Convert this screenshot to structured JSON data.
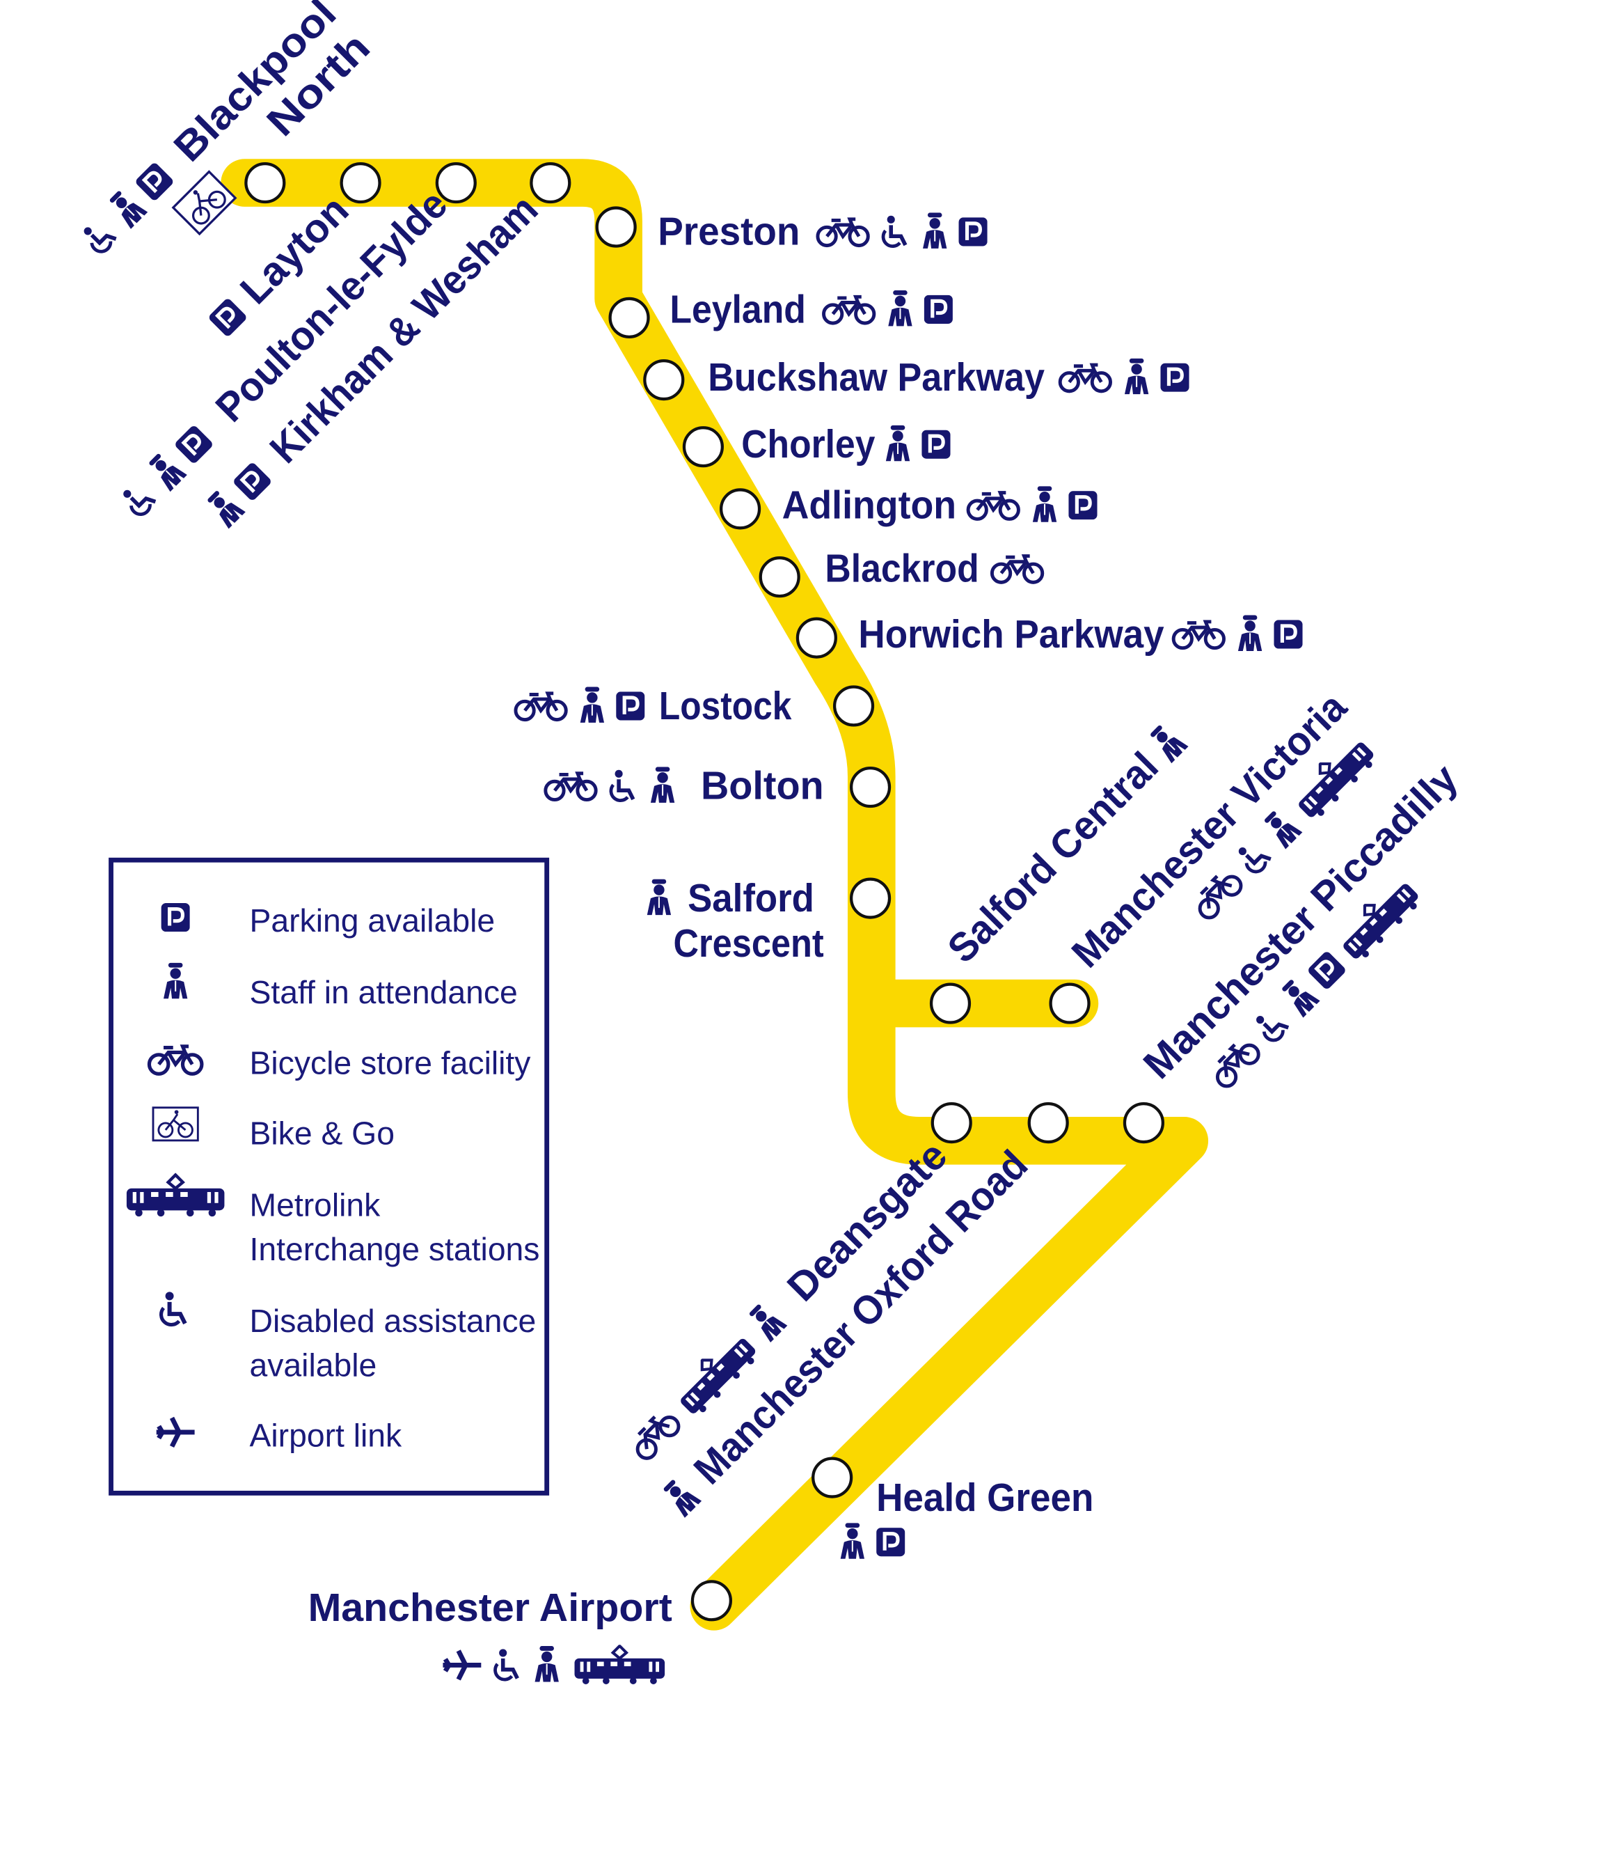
{
  "colors": {
    "line": "#fad800",
    "ink": "#16166e",
    "station_fill": "#ffffff"
  },
  "stations": [
    {
      "lines": [
        "Blackpool",
        "North"
      ],
      "facilities": [
        "wheelchair",
        "staff",
        "parking",
        "bike_and_go"
      ]
    },
    {
      "lines": [
        "Layton"
      ],
      "facilities": [
        "parking"
      ]
    },
    {
      "lines": [
        "Poulton-le-Fylde"
      ],
      "facilities": [
        "wheelchair",
        "staff",
        "parking"
      ]
    },
    {
      "lines": [
        "Kirkham & Wesham"
      ],
      "facilities": [
        "staff",
        "parking"
      ]
    },
    {
      "lines": [
        "Preston"
      ],
      "facilities": [
        "bike",
        "wheelchair",
        "staff",
        "parking"
      ]
    },
    {
      "lines": [
        "Leyland"
      ],
      "facilities": [
        "bike",
        "staff",
        "parking"
      ]
    },
    {
      "lines": [
        "Buckshaw Parkway"
      ],
      "facilities": [
        "bike",
        "staff",
        "parking"
      ]
    },
    {
      "lines": [
        "Chorley"
      ],
      "facilities": [
        "staff",
        "parking"
      ]
    },
    {
      "lines": [
        "Adlington"
      ],
      "facilities": [
        "bike",
        "staff",
        "parking"
      ]
    },
    {
      "lines": [
        "Blackrod"
      ],
      "facilities": [
        "bike"
      ]
    },
    {
      "lines": [
        "Horwich Parkway"
      ],
      "facilities": [
        "bike",
        "staff",
        "parking"
      ]
    },
    {
      "lines": [
        "Lostock"
      ],
      "facilities": [
        "bike",
        "staff",
        "parking"
      ]
    },
    {
      "lines": [
        "Bolton"
      ],
      "facilities": [
        "bike",
        "wheelchair",
        "staff"
      ]
    },
    {
      "lines": [
        "Salford",
        "Crescent"
      ],
      "facilities": [
        "staff"
      ]
    },
    {
      "lines": [
        "Salford Central"
      ],
      "facilities": [
        "staff"
      ]
    },
    {
      "lines": [
        "Manchester Victoria"
      ],
      "facilities": [
        "bike",
        "wheelchair",
        "staff",
        "tram"
      ]
    },
    {
      "lines": [
        "Manchester Piccadilly"
      ],
      "facilities": [
        "bike",
        "wheelchair",
        "staff",
        "parking",
        "tram"
      ]
    },
    {
      "lines": [
        "Deansgate"
      ],
      "facilities": [
        "bike",
        "tram",
        "staff"
      ]
    },
    {
      "lines": [
        "Manchester Oxford Road"
      ],
      "facilities": [
        "staff"
      ]
    },
    {
      "lines": [
        "Heald Green"
      ],
      "facilities": [
        "staff",
        "parking"
      ]
    },
    {
      "lines": [
        "Manchester Airport"
      ],
      "facilities": [
        "plane",
        "wheelchair",
        "staff",
        "tram"
      ]
    }
  ],
  "legend": {
    "items": [
      {
        "icon": "parking",
        "lines": [
          "Parking available"
        ]
      },
      {
        "icon": "staff",
        "lines": [
          "Staff in attendance"
        ]
      },
      {
        "icon": "bike",
        "lines": [
          "Bicycle store facility"
        ]
      },
      {
        "icon": "bike_and_go",
        "lines": [
          "Bike & Go"
        ]
      },
      {
        "icon": "tram",
        "lines": [
          "Metrolink",
          "Interchange stations"
        ]
      },
      {
        "icon": "wheelchair",
        "lines": [
          "Disabled assistance",
          "available"
        ]
      },
      {
        "icon": "plane",
        "lines": [
          "Airport link"
        ]
      }
    ]
  }
}
